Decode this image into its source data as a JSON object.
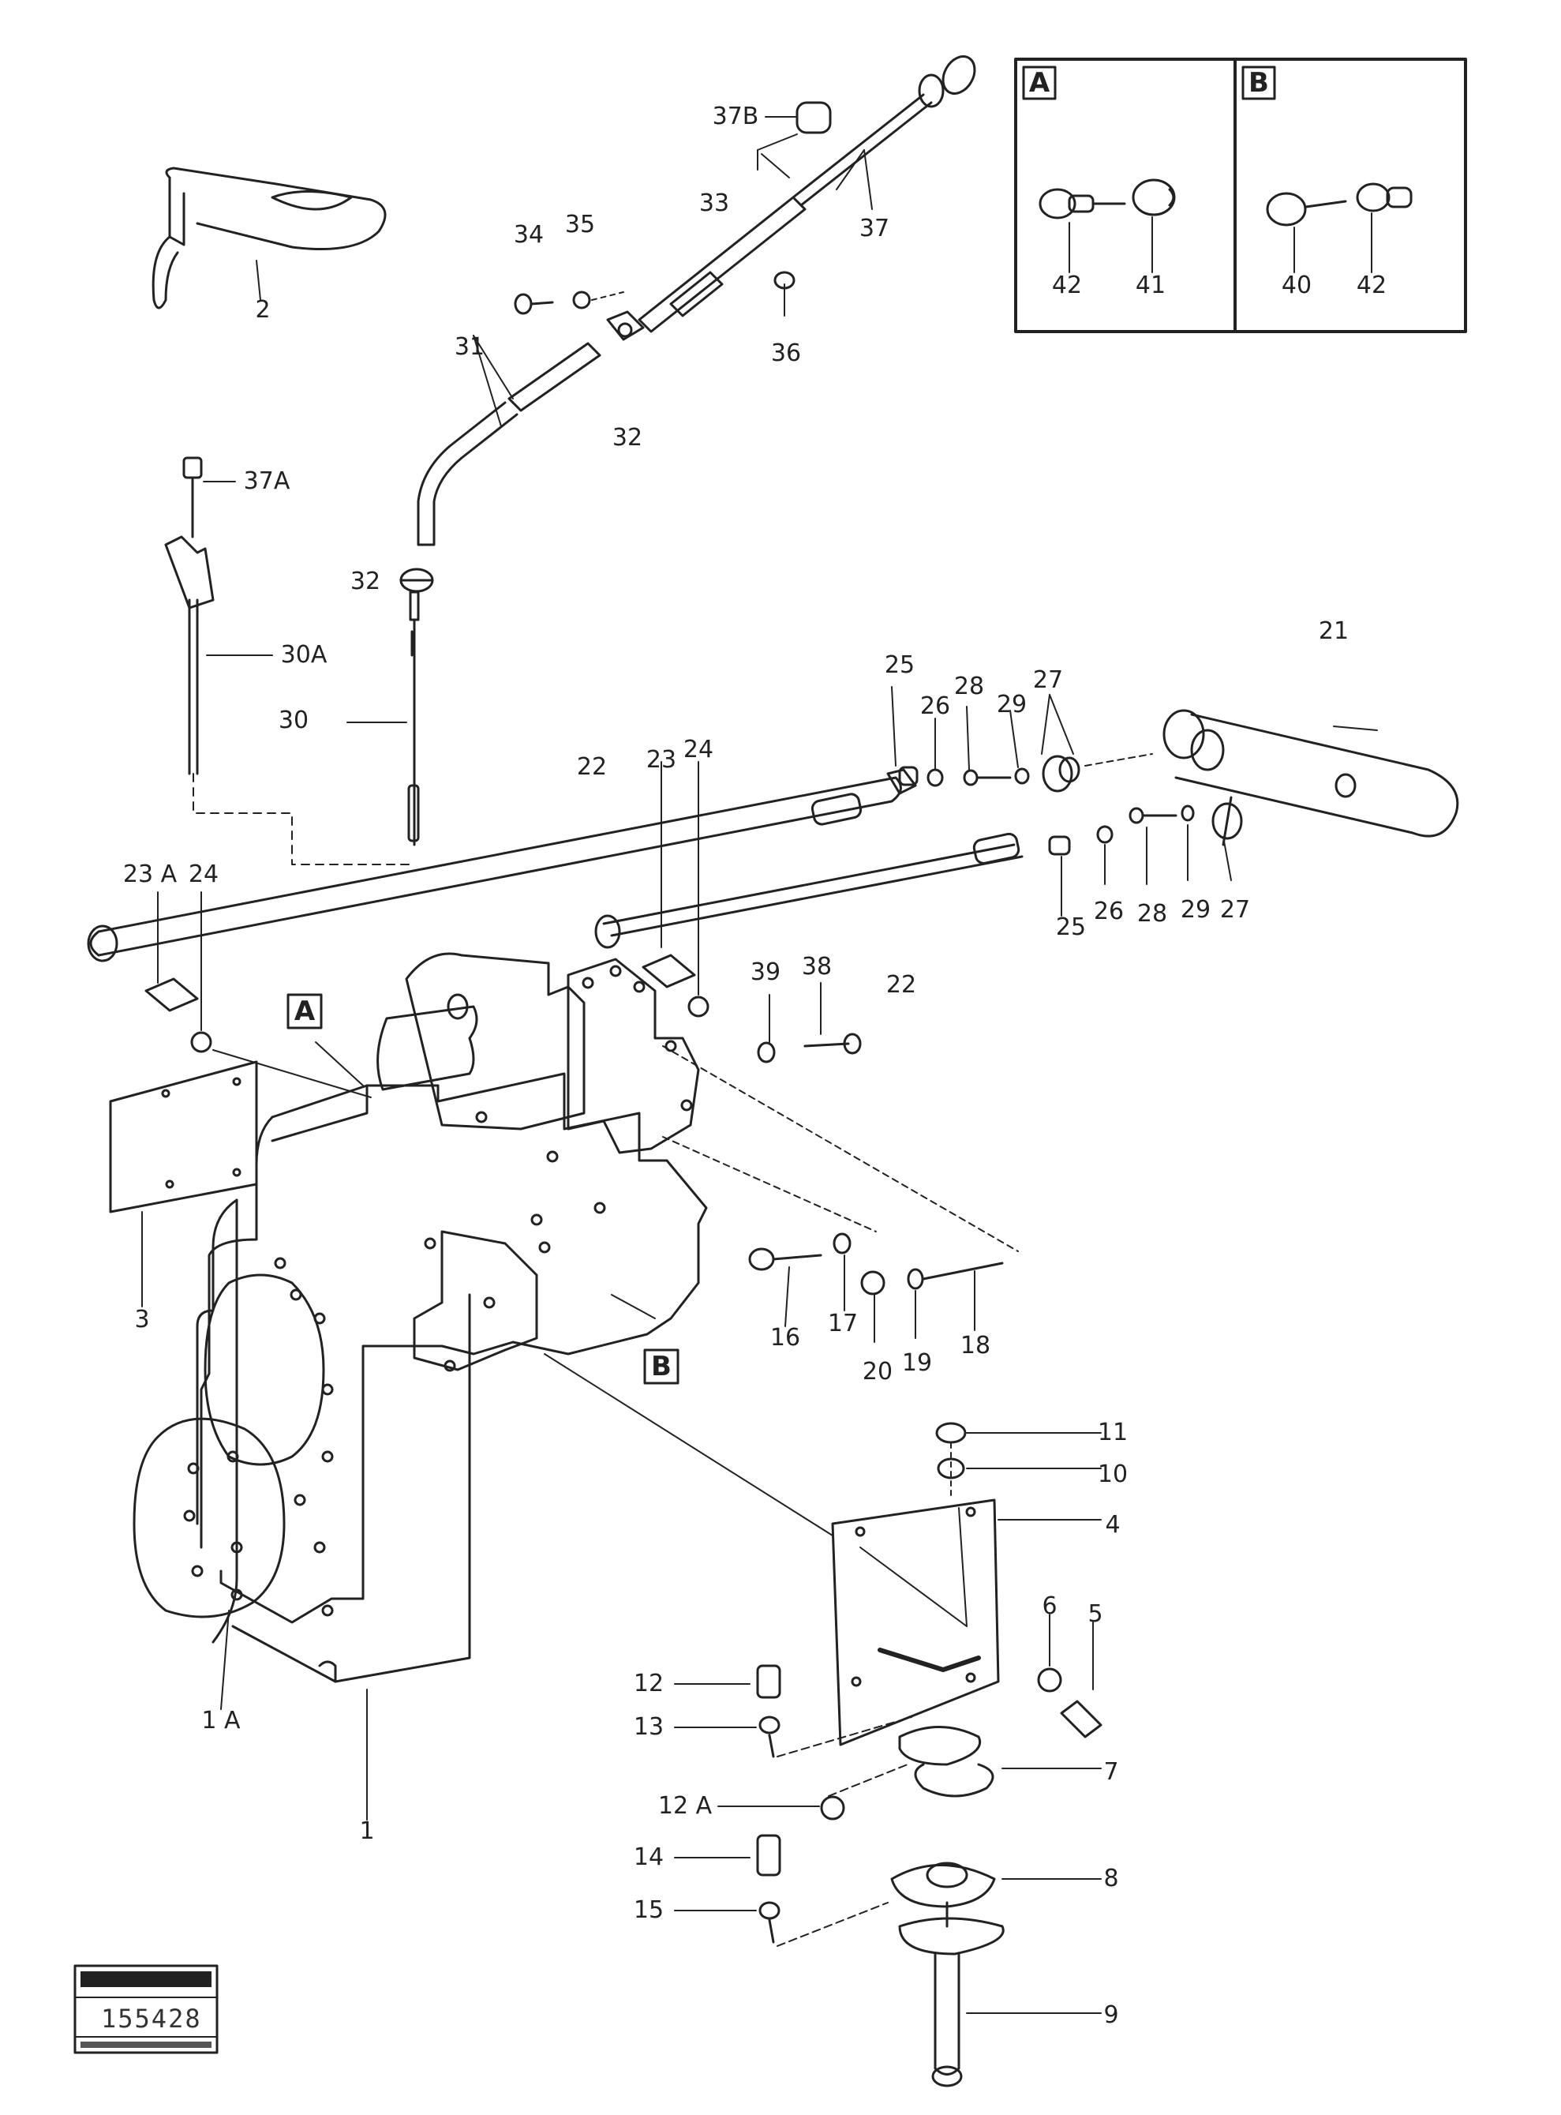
{
  "diagram": {
    "drawing_number": "155428",
    "detail_labels": {
      "a": "A",
      "b": "B"
    },
    "part_labels": {
      "p1": "1",
      "p1a": "1 A",
      "p2": "2",
      "p3": "3",
      "p4": "4",
      "p5": "5",
      "p6": "6",
      "p7": "7",
      "p8": "8",
      "p9": "9",
      "p10": "10",
      "p11": "11",
      "p12": "12",
      "p12a": "12 A",
      "p13": "13",
      "p14": "14",
      "p15": "15",
      "p16": "16",
      "p17": "17",
      "p18": "18",
      "p19": "19",
      "p20": "20",
      "p21": "21",
      "p22a": "22",
      "p22b": "22",
      "p23": "23",
      "p23a": "23 A",
      "p24a": "24",
      "p24b": "24",
      "p25a": "25",
      "p25b": "25",
      "p26a": "26",
      "p26b": "26",
      "p27a": "27",
      "p27b": "27",
      "p28a": "28",
      "p28b": "28",
      "p29a": "29",
      "p29b": "29",
      "p30": "30",
      "p30a": "30A",
      "p31": "31",
      "p32a": "32",
      "p32b": "32",
      "p33": "33",
      "p34": "34",
      "p35": "35",
      "p36": "36",
      "p37": "37",
      "p37a": "37A",
      "p37b": "37B",
      "p38": "38",
      "p39": "39",
      "p40": "40",
      "p41": "41",
      "p42a": "42",
      "p42b": "42"
    }
  }
}
